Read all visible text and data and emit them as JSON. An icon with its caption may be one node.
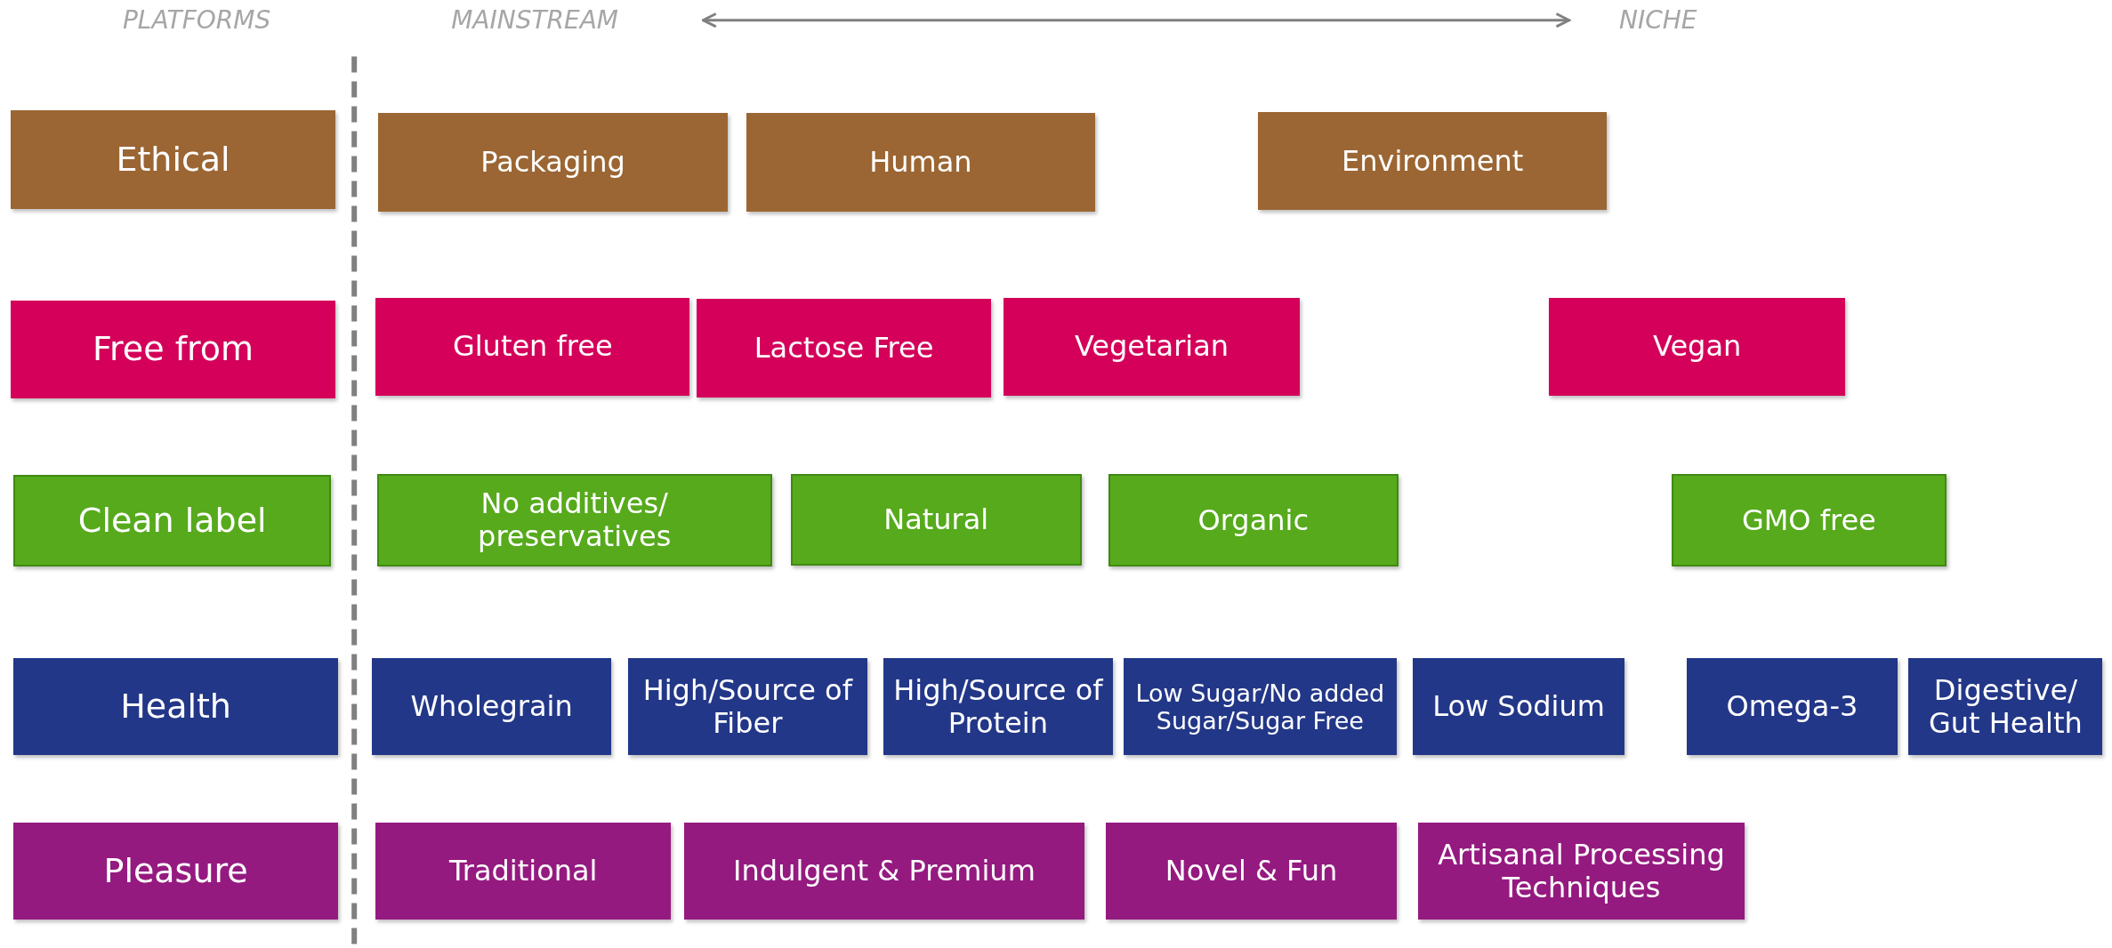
{
  "diagram": {
    "nodes": [
      {
        "text": [
          "Ethical"
        ]
      },
      {
        "text": [
          "Packaging"
        ]
      },
      {
        "text": [
          "Human"
        ]
      },
      {
        "text": [
          "Environment"
        ]
      },
      {
        "text": [
          "Free from"
        ]
      },
      {
        "text": [
          "Gluten free"
        ]
      },
      {
        "text": [
          "Lactose Free"
        ]
      },
      {
        "text": [
          "Vegetarian"
        ]
      },
      {
        "text": [
          "Vegan"
        ]
      },
      {
        "text": [
          "Clean label"
        ]
      },
      {
        "text": [
          "No additives/ preservatives"
        ]
      },
      {
        "text": [
          "Natural"
        ]
      },
      {
        "text": [
          "Organic"
        ]
      },
      {
        "text": [
          "GMO free"
        ]
      },
      {
        "text": [
          "Health"
        ]
      },
      {
        "text": [
          "Wholegrain"
        ]
      },
      {
        "text": [
          "High/Source of Fiber"
        ]
      },
      {
        "text": [
          "High/Source of Protein"
        ]
      },
      {
        "text": [
          "Low Sugar/No added Sugar/Sugar Free"
        ]
      },
      {
        "text": [
          "Low Sodium"
        ]
      },
      {
        "text": [
          "Omega-3"
        ]
      },
      {
        "text": [
          "Digestive/ Gut Health"
        ]
      },
      {
        "text": [
          "Pleasure"
        ]
      },
      {
        "text": [
          "Traditional"
        ]
      },
      {
        "text": [
          "Indulgent & Premium"
        ]
      },
      {
        "text": [
          "Novel & Fun"
        ]
      },
      {
        "text": [
          "Artisanal Processing Techniques"
        ]
      }
    ],
    "edges": [],
    "labels": [
      "PLATFORMS",
      "MAINSTREAM",
      "NICHE"
    ]
  }
}
